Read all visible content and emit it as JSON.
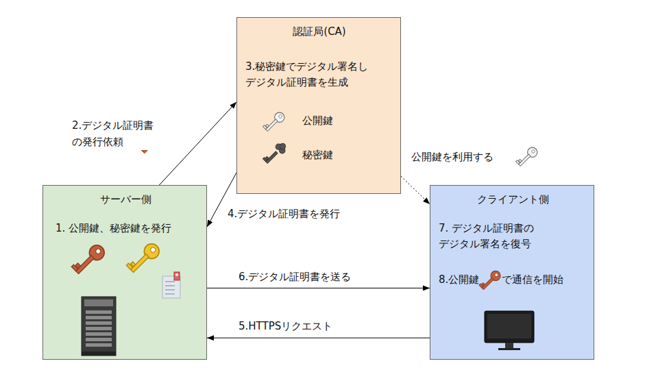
{
  "diagram": {
    "nodes": [
      {
        "text": [
          "認証局(CA)",
          "3.秘密鍵でデジタル署名し デジタル証明書を生成",
          "公開鍵",
          "秘密鍵"
        ]
      },
      {
        "text": [
          "サーバー側",
          "1. 公開鍵、秘密鍵を発行"
        ]
      },
      {
        "text": [
          "クライアント側",
          "7. デジタル証明書の デジタル署名を復号",
          "8.公開鍵",
          "で通信を開始"
        ]
      }
    ],
    "edges": [
      {
        "from": 1,
        "to": 0,
        "arrow": "to",
        "label": "2.デジタル証明書 の発行依頼"
      },
      {
        "from": 0,
        "to": 1,
        "arrow": "to",
        "label": "4.デジタル証明書を発行"
      },
      {
        "from": 2,
        "to": 1,
        "arrow": "to",
        "label": "5.HTTPSリクエスト"
      },
      {
        "from": 1,
        "to": 2,
        "arrow": "to",
        "label": "6.デジタル証明書を送る"
      },
      {
        "from": 0,
        "to": 2,
        "arrow": "to",
        "label": "公開鍵を利用する"
      }
    ]
  }
}
